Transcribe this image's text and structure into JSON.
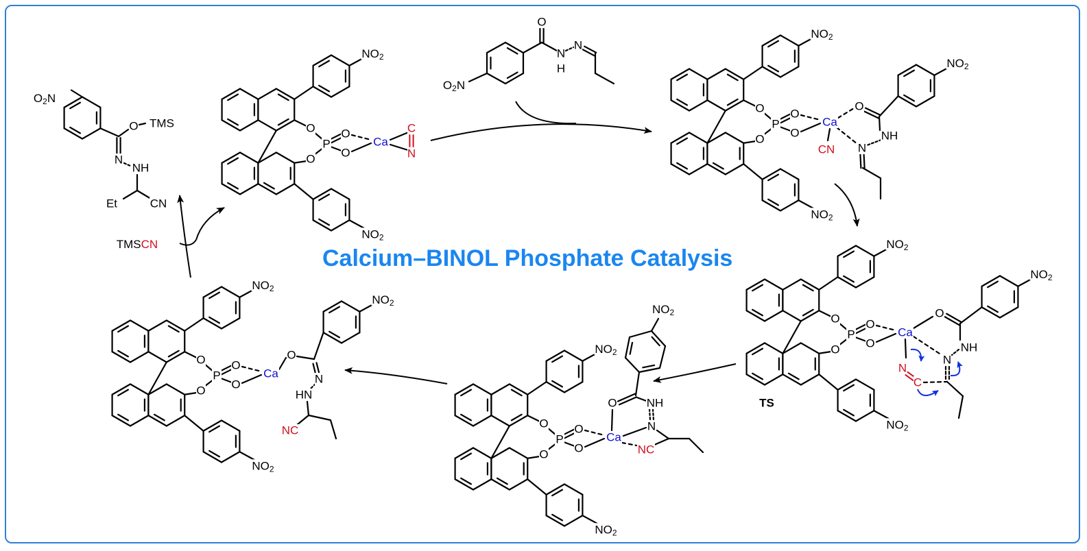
{
  "title": "Calcium–BINOL Phosphate Catalysis",
  "colors": {
    "frame": "#2f7fd8",
    "title": "#1a86f0",
    "bond": "#000000",
    "calcium": "#1010d0",
    "cyanide": "#d01020",
    "curly_arrow": "#1030e0"
  },
  "labels": {
    "nitro": "NO",
    "nitro_sub": "2",
    "nitro_left": "O",
    "nitro_left_n": "N",
    "oxygen": "O",
    "phosphorus": "P",
    "calcium": "Ca",
    "carbon": "C",
    "nitrogen": "N",
    "nh": "NH",
    "hn": "HN",
    "h": "H",
    "cn": "CN",
    "nc": "NC",
    "et": "Et",
    "tms": "TMS",
    "o_tms": "O",
    "ts": "TS",
    "tmscn_a": "TMS",
    "tmscn_b": "CN"
  },
  "structures": [
    {
      "id": "catalyst-ca-cn",
      "description": "Ca-BINOL phosphate with cyanide"
    },
    {
      "id": "substrate-hydrazone",
      "description": "4-nitrobenzoyl hydrazone of propanal"
    },
    {
      "id": "complex-substrate-bound",
      "description": "Ca complex with bound hydrazone and CN"
    },
    {
      "id": "transition-state",
      "description": "TS"
    },
    {
      "id": "complex-isocyanide-adduct",
      "description": "Ca complex after C-C formation"
    },
    {
      "id": "complex-product-bound",
      "description": "Ca complex with bound product"
    },
    {
      "id": "product-silylated",
      "description": "O-TMS silyl imidate aminonitrile"
    },
    {
      "id": "reagent-tmscn",
      "description": "TMSCN"
    }
  ]
}
